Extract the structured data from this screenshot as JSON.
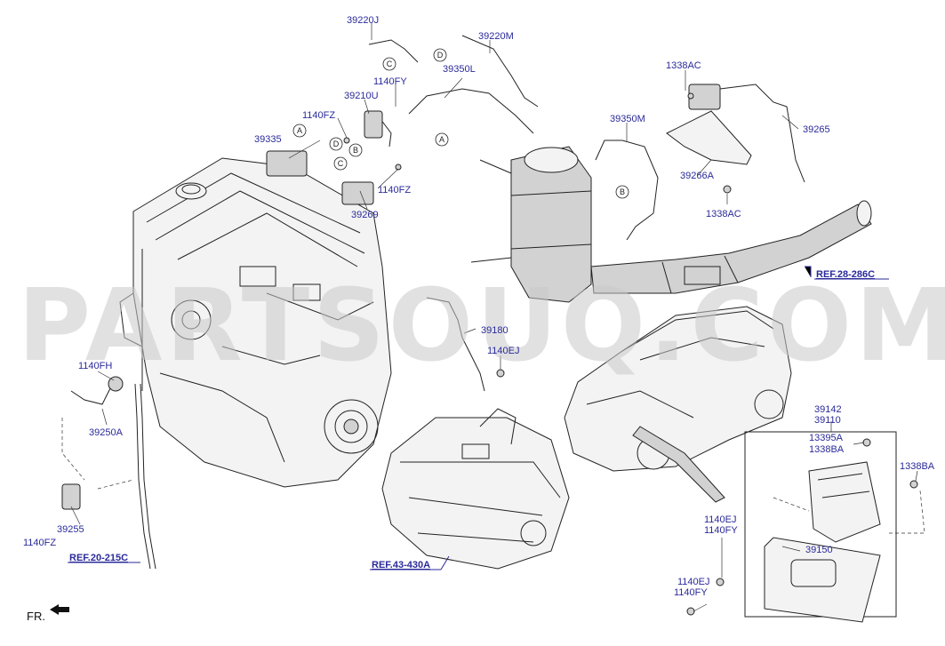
{
  "watermark": "PARTSOUQ.COM",
  "direction_label": "FR.",
  "part_labels": {
    "p39220J": "39220J",
    "p39220M": "39220M",
    "p39350L": "39350L",
    "p1140FY_top": "1140FY",
    "p39210U": "39210U",
    "p1140FZ_a": "1140FZ",
    "p39335": "39335",
    "p1140FZ_b": "1140FZ",
    "p39269": "39269",
    "p1338AC_top": "1338AC",
    "p39350M": "39350M",
    "p39265": "39265",
    "p39266A": "39266A",
    "p1338AC_bot": "1338AC",
    "p39180": "39180",
    "p1140EJ_mid": "1140EJ",
    "p1140FH": "1140FH",
    "p39250A": "39250A",
    "p39255": "39255",
    "p1140FZ_c": "1140FZ",
    "p39142": "39142",
    "p39110": "39110",
    "p13395A": "13395A",
    "p1338BA_a": "1338BA",
    "p1338BA_b": "1338BA",
    "p1140EJ_a": "1140EJ",
    "p1140FY_a": "1140FY",
    "p39150": "39150",
    "p1140EJ_b": "1140EJ",
    "p1140FY_b": "1140FY"
  },
  "references": {
    "ref_28": "REF.28-286C",
    "ref_20": "REF.20-215C",
    "ref_43": "REF.43-430A"
  },
  "connector_keys": {
    "c1": "C",
    "d1": "D",
    "a1": "A",
    "d2": "D",
    "a2": "A",
    "b1": "B",
    "c2": "C",
    "b2": "B"
  }
}
